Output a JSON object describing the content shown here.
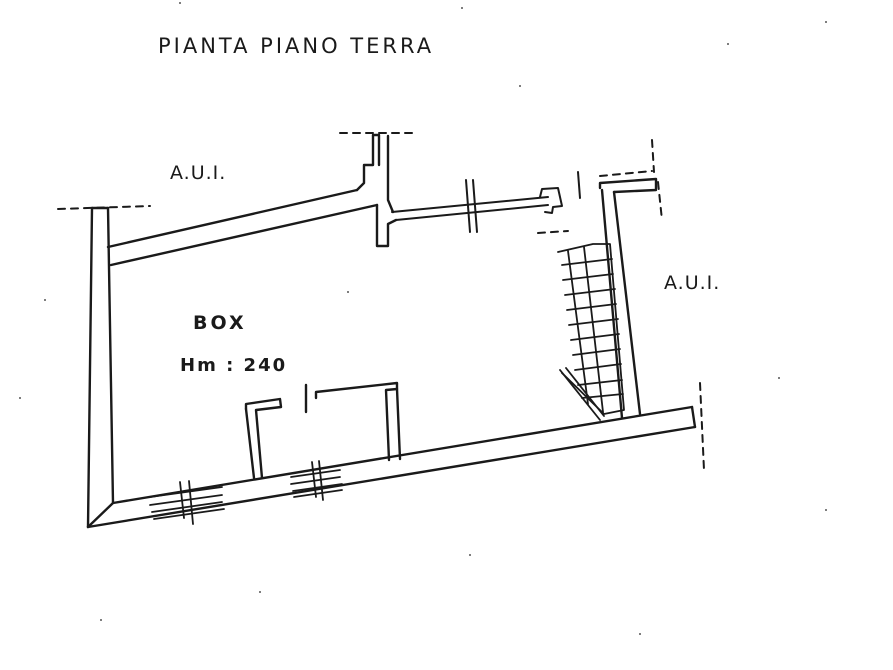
{
  "plan": {
    "title": "PIANTA PIANO TERRA",
    "adjacent_labels": [
      "A.U.I.",
      "A.U.I."
    ],
    "room": {
      "name": "BOX",
      "height": "Hm : 240"
    }
  },
  "colors": {
    "ink": "#1a1a1a",
    "paper": "#ffffff"
  }
}
